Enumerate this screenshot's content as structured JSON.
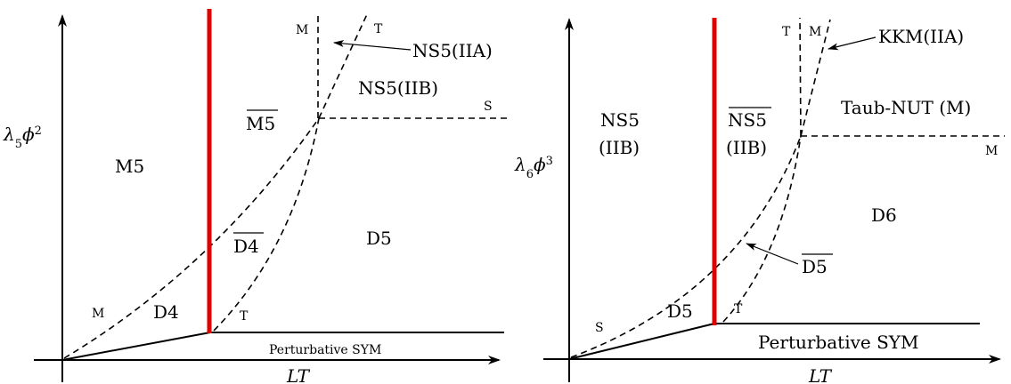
{
  "left": {
    "y_axis_label": {
      "main": "λ",
      "sub": "5",
      "var": "ϕ",
      "sup": "2"
    },
    "x_axis_label": "LT",
    "regions": {
      "M5": "M5",
      "M5bar": "M5",
      "NS5_IIB": "NS5(IIB)",
      "D4bar": "D4",
      "D5": "D5",
      "D4": "D4",
      "perturbative": "Perturbative  SYM"
    },
    "line_labels": {
      "M_top": "M",
      "T_top": "T",
      "S_right": "S",
      "M_bottom": "M",
      "T_bottom": "T"
    },
    "annotation": "NS5(IIA)"
  },
  "right": {
    "y_axis_label": {
      "main": "λ",
      "sub": "6",
      "var": "ϕ",
      "sup": "3"
    },
    "x_axis_label": "LT",
    "regions": {
      "NS5": "NS5",
      "IIB_left": "(IIB)",
      "NS5bar": "NS5",
      "IIB_mid": "(IIB)",
      "TaubNUT": "Taub-NUT (M)",
      "D6": "D6",
      "D5": "D5",
      "perturbative": "Perturbative SYM"
    },
    "line_labels": {
      "T_top": "T",
      "M_top": "M",
      "M_right": "M",
      "S_bottom": "S",
      "T_bottom": "T"
    },
    "annotations": {
      "KKM": "KKM(IIA)",
      "D5bar": "D5"
    }
  },
  "colors": {
    "transition_line": "#e00000",
    "lines": "#000000"
  }
}
